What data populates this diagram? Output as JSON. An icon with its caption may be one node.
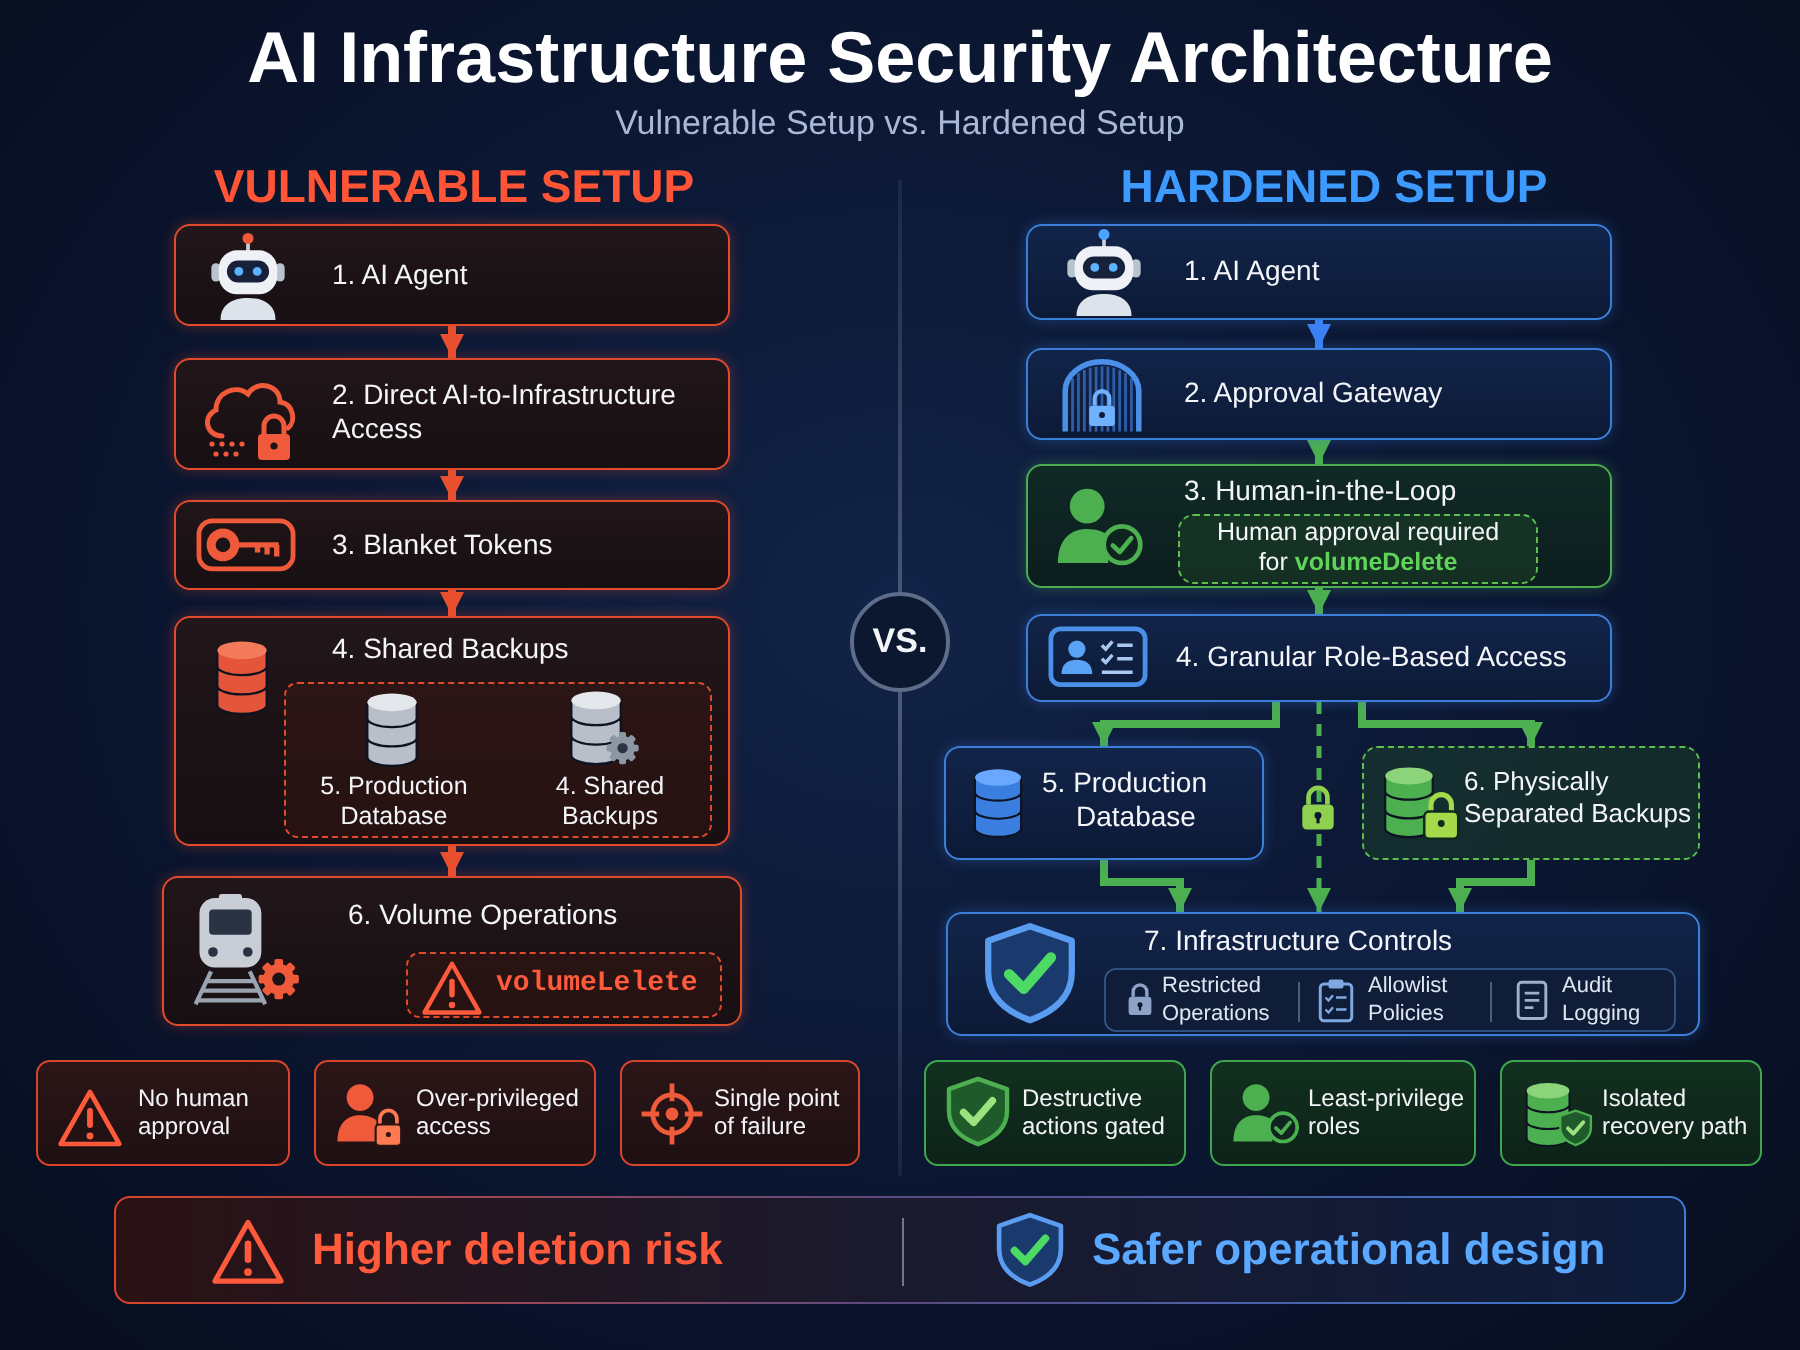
{
  "diagram": {
    "title": "AI Infrastructure Security Architecture",
    "nodes": [
      {
        "text": [
          "1. AI Agent"
        ]
      },
      {
        "text": [
          "2. Direct AI-to-Infrastructure Access"
        ]
      },
      {
        "text": [
          "3. Blanket Tokens"
        ]
      },
      {
        "text": [
          "4. Shared Backups"
        ]
      },
      {
        "text": [
          "5. Production Database",
          "4. Shared Backups"
        ],
        "in": 3
      },
      {
        "text": [
          "6. Volume Operations"
        ]
      },
      {
        "text": [
          "volumeLelete"
        ],
        "in": 5
      },
      {
        "text": [
          "1. AI Agent"
        ]
      },
      {
        "text": [
          "2. Approval Gateway"
        ]
      },
      {
        "text": [
          "3. Human-in-the-Loop"
        ]
      },
      {
        "text": [
          "Human approval required for **volumeDelete**"
        ],
        "in": 9
      },
      {
        "text": [
          "4. Granular Role-Based Access"
        ]
      },
      {
        "text": [
          "5. Production Database"
        ]
      },
      {
        "text": [
          "6. Physically Separated Backups"
        ]
      },
      {
        "text": [
          "7. Infrastructure Controls"
        ]
      },
      {
        "text": [
          "Restricted Operations",
          "Allowlist Policies",
          "Audit Logging"
        ],
        "in": 14
      },
      {
        "text": [
          "VS."
        ]
      },
      {
        "text": [
          "No human approval"
        ]
      },
      {
        "text": [
          "Over-privileged access"
        ]
      },
      {
        "text": [
          "Single point of failure"
        ]
      },
      {
        "text": [
          "Destructive actions gated"
        ]
      },
      {
        "text": [
          "Least-privilege roles"
        ]
      },
      {
        "text": [
          "Isolated recovery path"
        ]
      },
      {
        "text": [
          "Higher deletion risk",
          "Safer operational design"
        ]
      }
    ],
    "edges": [
      {
        "from": 0,
        "to": 1,
        "arrow": "to",
        "color": "#e8502f"
      },
      {
        "from": 1,
        "to": 2,
        "arrow": "to",
        "color": "#e8502f"
      },
      {
        "from": 2,
        "to": 3,
        "arrow": "to",
        "color": "#e8502f"
      },
      {
        "from": 3,
        "to": 5,
        "arrow": "to",
        "color": "#e8502f"
      },
      {
        "from": 7,
        "to": 8,
        "arrow": "to",
        "color": "#3b82f6"
      },
      {
        "from": 8,
        "to": 9,
        "arrow": "to"
      },
      {
        "from": 9,
        "to": 11,
        "arrow": "to"
      },
      {
        "from": 11,
        "to": 12,
        "arrow": "to"
      },
      {
        "from": 11,
        "to": 13,
        "arrow": "to"
      },
      {
        "from": 11,
        "to": 14,
        "arrow": "to",
        "style": "dashed"
      },
      {
        "from": 12,
        "to": 14,
        "arrow": "to"
      },
      {
        "from": 13,
        "to": 14,
        "arrow": "to"
      }
    ],
    "labels": [
      "Vulnerable Setup vs. Hardened Setup",
      "VULNERABLE SETUP",
      "HARDENED SETUP"
    ]
  }
}
